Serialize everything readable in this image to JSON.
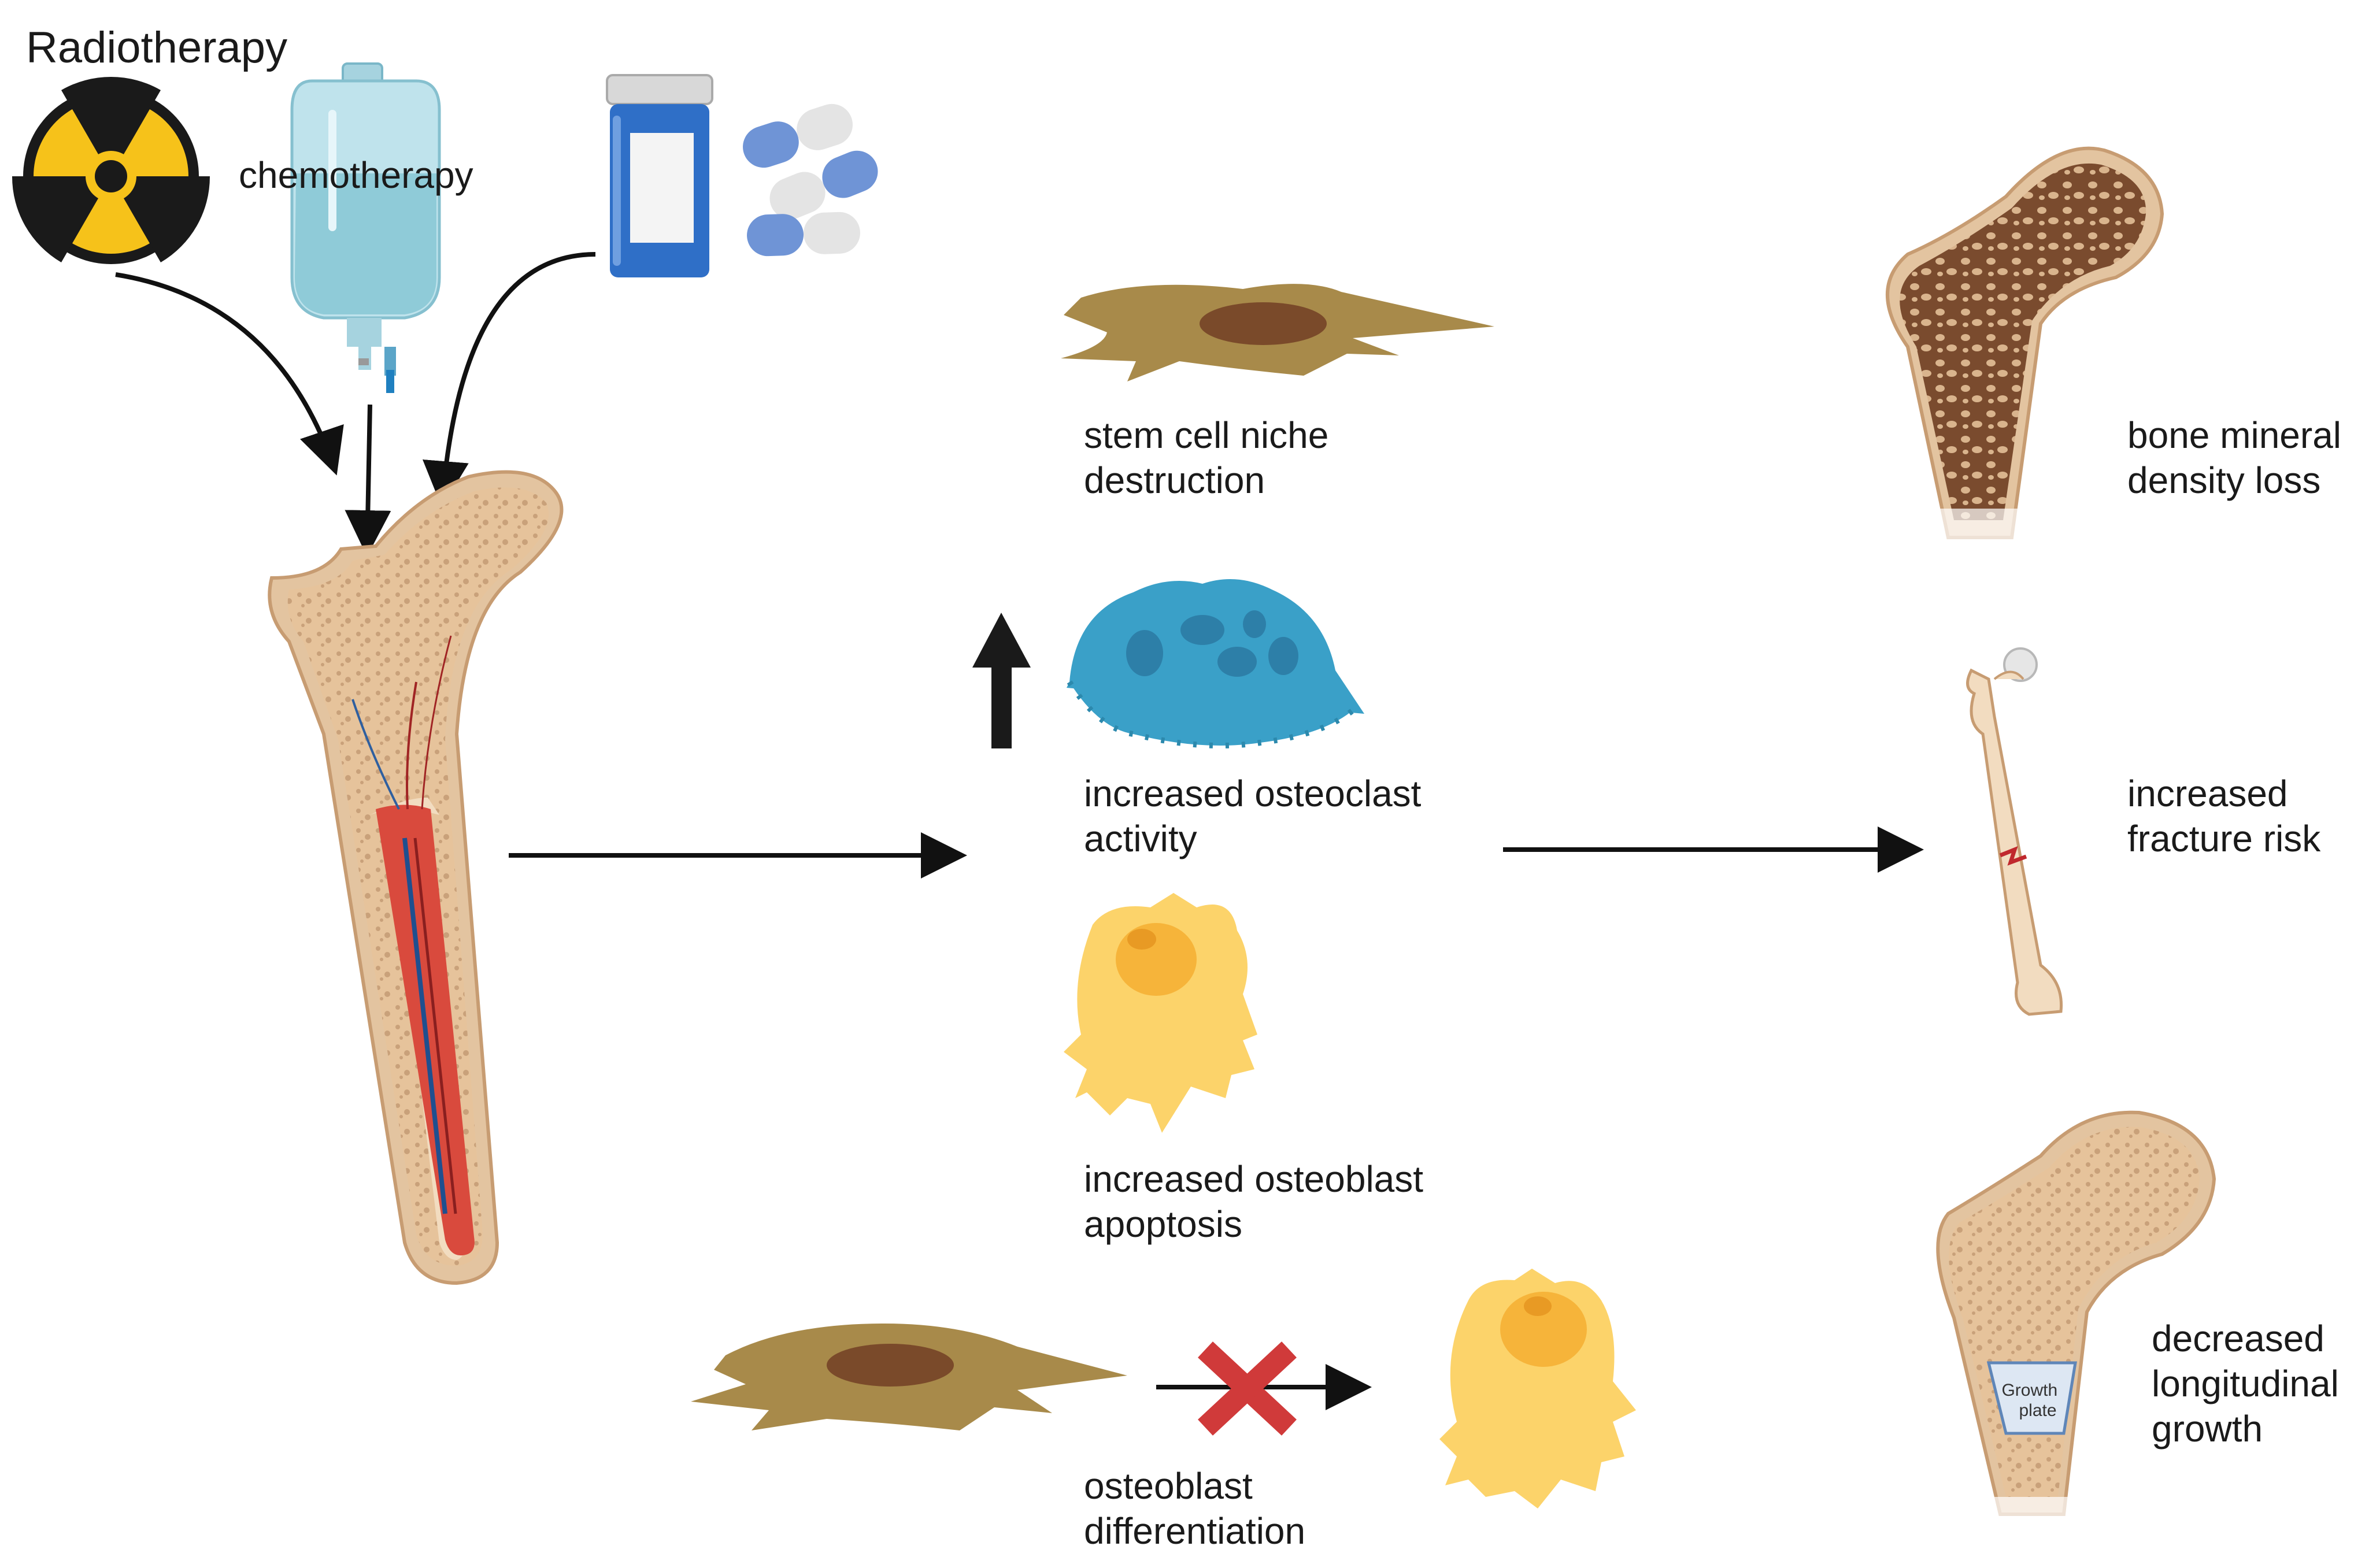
{
  "treatments": {
    "radiotherapy": "Radiotherapy",
    "chemotherapy": "chemotherapy"
  },
  "cell_effects": {
    "stem_cell_niche": [
      "stem cell niche",
      "destruction"
    ],
    "osteoclast": [
      "increased osteoclast",
      "activity"
    ],
    "osteoblast_apoptosis": [
      "increased osteoblast",
      "apoptosis"
    ],
    "osteoblast_differentiation": [
      "osteoblast",
      "differentiation"
    ]
  },
  "outcomes": {
    "bmd_loss": [
      "bone mineral",
      "density loss"
    ],
    "fracture_risk": [
      "increased",
      "fracture risk"
    ],
    "growth": [
      "decreased",
      "longitudinal",
      "growth"
    ]
  },
  "growth_plate_label": [
    "Growth",
    "plate"
  ],
  "colors": {
    "bone": "#f2dcc0",
    "bone_edge": "#c79c72",
    "marrow": "#d94a3d",
    "stem_cell": "#a88a4a",
    "nucleus": "#7a4a2a",
    "osteoclast": "#3aa0c8",
    "osteoblast": "#fcd36a",
    "inhibit_x": "#d03a3a",
    "radiation_yellow": "#f6c21a"
  }
}
